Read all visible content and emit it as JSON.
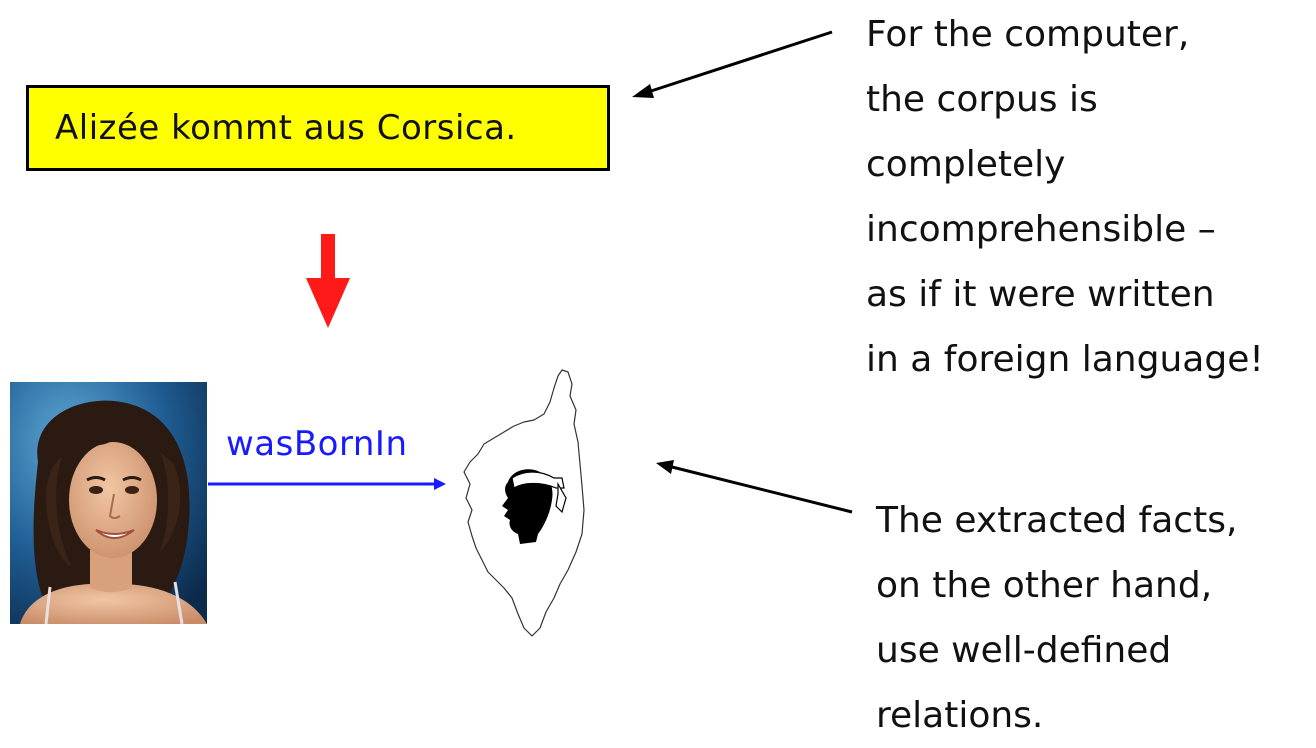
{
  "sentence_box": {
    "text": "Alizée kommt aus Corsica.",
    "fill_color": "#ffff00"
  },
  "note_top": {
    "lines": [
      "For the computer,",
      "the corpus is",
      "completely",
      "incomprehensible –",
      "as if it were written",
      "in a foreign language!"
    ]
  },
  "note_bottom": {
    "lines": [
      "The extracted facts,",
      "on the other hand,",
      "use well-defined",
      "relations."
    ]
  },
  "relation": {
    "label": "wasBornIn",
    "color": "#1a1aff"
  },
  "colors": {
    "down_arrow": "#ff1a1a",
    "pointer_arrows": "#000000"
  },
  "icons": {
    "subject": "person-photo",
    "object": "corsica-map-with-moor-head"
  }
}
